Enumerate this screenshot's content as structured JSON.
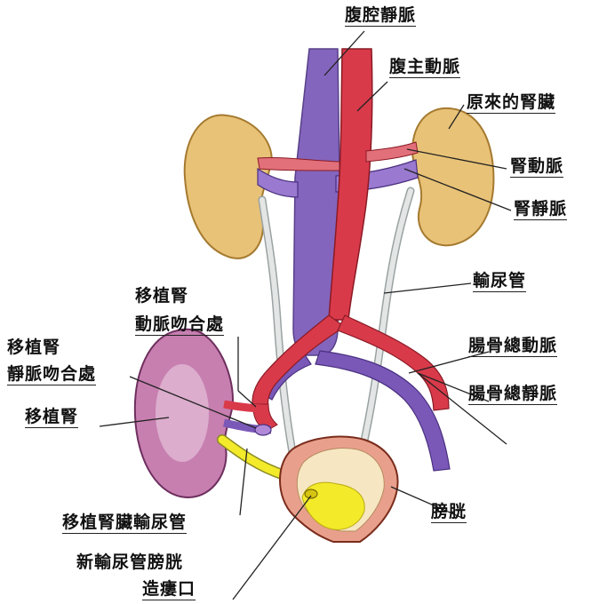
{
  "labels": {
    "ivc": "腹腔靜脈",
    "aorta": "腹主動脈",
    "original_kidney": "原來的腎臟",
    "renal_artery": "腎動脈",
    "renal_vein": "腎靜脈",
    "ureter": "輸尿管",
    "graft_artery_anastomosis_l1": "移植腎",
    "graft_artery_anastomosis_l2": "動脈吻合處",
    "graft_vein_anastomosis_l1": "移植腎",
    "graft_vein_anastomosis_l2": "靜脈吻合處",
    "graft_kidney": "移植腎",
    "common_iliac_artery": "腸骨總動脈",
    "common_iliac_vein": "腸骨總靜脈",
    "graft_ureter": "移植腎臟輸尿管",
    "bladder": "膀胱",
    "neo_ureterocystostomy_l1": "新輸尿管膀胱",
    "neo_ureterocystostomy_l2": "造瘻口"
  },
  "colors": {
    "artery": "#d93a4a",
    "vein": "#7a58b8",
    "kidney": "#e8c277",
    "graft_kidney": "#c77fb0",
    "ureter": "#e4e6e6",
    "bladder_wall": "#e8a08c",
    "urine": "#f3ea2a"
  }
}
